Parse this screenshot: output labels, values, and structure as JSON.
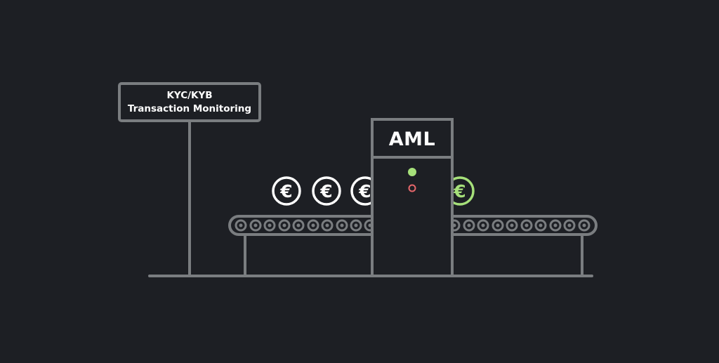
{
  "sign": {
    "line1": "KYC/KYB",
    "line2": "Transaction Monitoring"
  },
  "scanner": {
    "label": "AML",
    "indicators": [
      {
        "state": "pass",
        "color": "#a6e07a",
        "filled": true
      },
      {
        "state": "fail",
        "color": "#e5666a",
        "filled": false
      }
    ]
  },
  "coins": {
    "symbol": "€",
    "incoming_color": "#ffffff",
    "passed_color": "#a6e07a"
  },
  "colors": {
    "background": "#1d1f24",
    "outline": "#7a7d80",
    "text": "#ffffff"
  }
}
